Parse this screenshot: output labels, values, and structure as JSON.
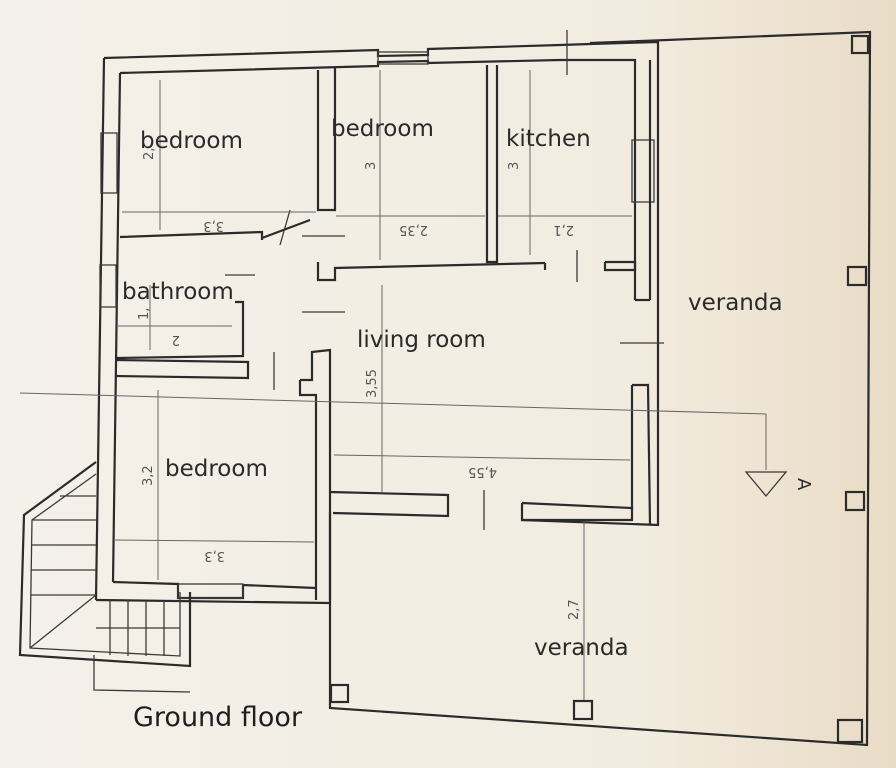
{
  "rooms": {
    "bedroom_top_left": "bedroom",
    "bedroom_top_mid": "bedroom",
    "kitchen": "kitchen",
    "bathroom": "bathroom",
    "living_room": "living room",
    "bedroom_bottom": "bedroom",
    "veranda_right": "veranda",
    "veranda_bottom": "veranda"
  },
  "dimensions": {
    "bedroom_top_left_height": "2,",
    "bedroom_top_left_width": "3,3",
    "bedroom_top_mid_height": "3",
    "bedroom_top_mid_width": "2,35",
    "kitchen_height": "3",
    "kitchen_width": "2,1",
    "bathroom_height": "1,",
    "bathroom_width": "2",
    "living_room_height": "3,55",
    "living_room_width": "4,55",
    "bedroom_bottom_height": "3,2",
    "bedroom_bottom_width": "3,3",
    "veranda_bottom_height": "2,7"
  },
  "section_marker": "A",
  "caption": "Ground floor"
}
